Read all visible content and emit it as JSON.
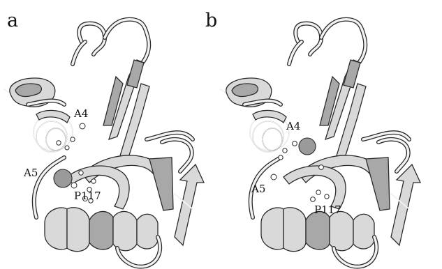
{
  "panels": [
    {
      "id": "a",
      "letter": "a",
      "labels": {
        "a4": "A4",
        "a5": "A5",
        "p117": "P117"
      }
    },
    {
      "id": "b",
      "letter": "b",
      "labels": {
        "a4": "A4",
        "a5": "A5",
        "p117": "P117"
      }
    }
  ],
  "colors": {
    "ribbon_light": "#d9d9d9",
    "ribbon_dark": "#a8a8a8",
    "outline": "#2a2a2a",
    "big_sphere": "#9a9a9a"
  }
}
